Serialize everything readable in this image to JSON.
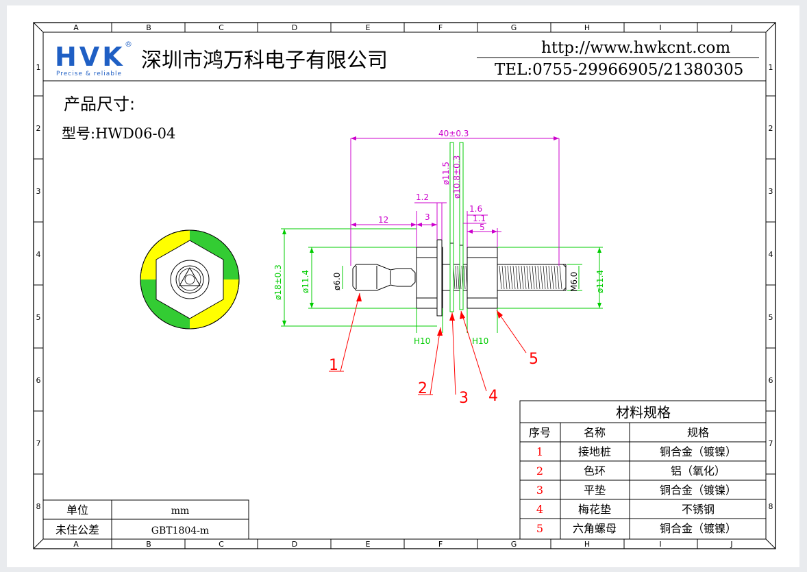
{
  "border": {
    "columns": [
      "A",
      "B",
      "C",
      "D",
      "E",
      "F",
      "G",
      "H",
      "I",
      "J"
    ],
    "rows": [
      "1",
      "2",
      "3",
      "4",
      "5",
      "6",
      "7",
      "8"
    ]
  },
  "header": {
    "logo_text": "HVK",
    "logo_registered": "®",
    "logo_tagline": "Precise & reliable",
    "company_name": "深圳市鸿万科电子有限公司",
    "url": "http://www.hwkcnt.com",
    "phone": "TEL:0755-29966905/21380305"
  },
  "product": {
    "title": "产品尺寸:",
    "model": "型号:HWD06-04"
  },
  "dimensions": {
    "overall_length": "40±0.3",
    "washer_dia": "ø11.5",
    "star_washer_dia": "ø10.8±0.3",
    "d_1_2": "1.2",
    "d_3": "3",
    "d_12": "12",
    "d_1_6": "1.6",
    "d_1_1": "1.1",
    "d_5": "5",
    "ring_dia": "ø18±0.3",
    "nut_dia_left": "ø11.4",
    "pin_dia": "ø6.0",
    "thread": "M6.0",
    "nut_dia_right": "ø11.4",
    "nut_left_label": "H10",
    "nut_right_label": "H10"
  },
  "callouts": [
    "1",
    "2",
    "3",
    "4",
    "5"
  ],
  "materials": {
    "title": "材料规格",
    "headers": [
      "序号",
      "名称",
      "规格"
    ],
    "rows": [
      {
        "no": "1",
        "name": "接地桩",
        "spec": "铜合金（镀镍）"
      },
      {
        "no": "2",
        "name": "色环",
        "spec": "铝（氧化）"
      },
      {
        "no": "3",
        "name": "平垫",
        "spec": "铜合金（镀镍）"
      },
      {
        "no": "4",
        "name": "梅花垫",
        "spec": "不锈钢"
      },
      {
        "no": "5",
        "name": "六角螺母",
        "spec": "铜合金（镀镍）"
      }
    ]
  },
  "units_table": {
    "unit_label": "单位",
    "unit_value": "mm",
    "tolerance_label": "未住公差",
    "tolerance_value": "GBT1804-m"
  },
  "colors": {
    "dimension": "#cc00cc",
    "outline": "#00cc00",
    "callout": "#ff0000",
    "logo_blue": "#1f5fc4",
    "ring_yellow": "#ffff00",
    "ring_green": "#33cc33"
  }
}
